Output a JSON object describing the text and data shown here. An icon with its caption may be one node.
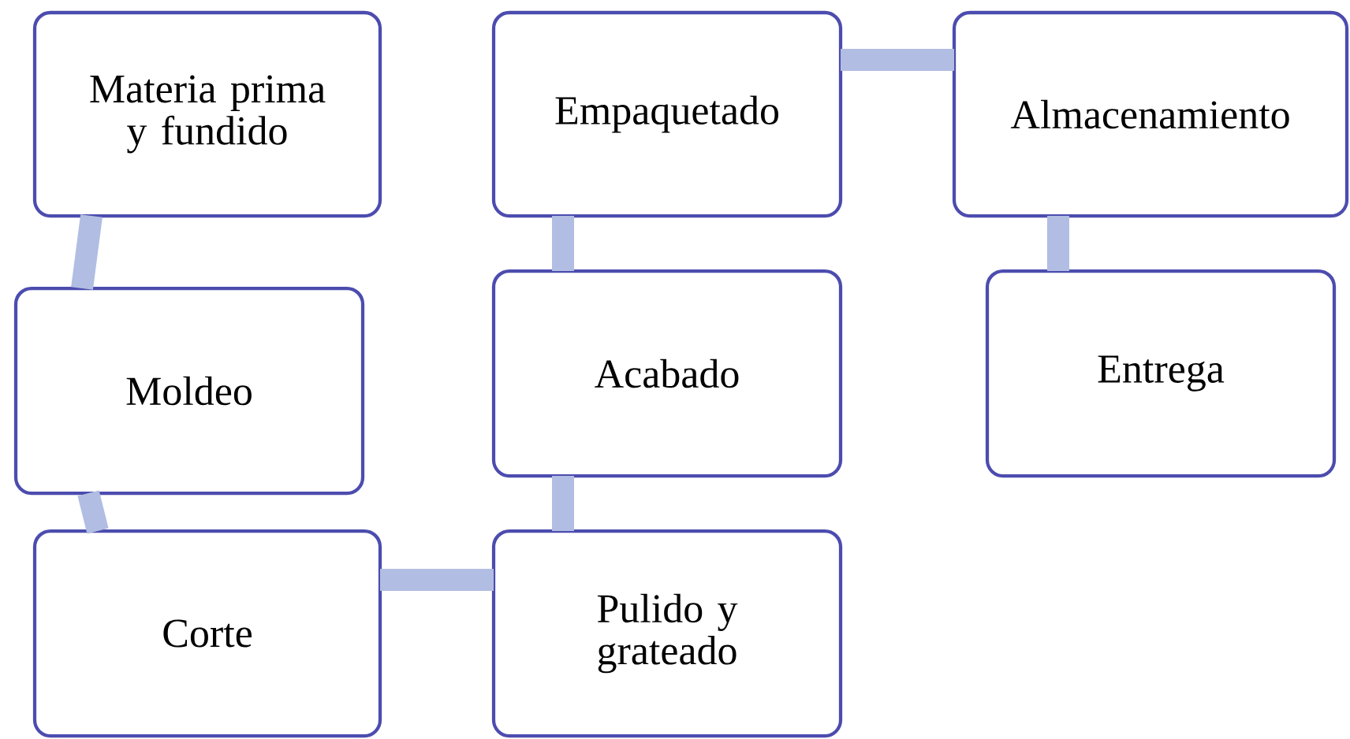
{
  "diagram": {
    "nodes": [
      {
        "text": [
          "Materia prima y fundido"
        ]
      },
      {
        "text": [
          "Moldeo"
        ]
      },
      {
        "text": [
          "Corte"
        ]
      },
      {
        "text": [
          "Pulido y grateado"
        ]
      },
      {
        "text": [
          "Acabado"
        ]
      },
      {
        "text": [
          "Empaquetado"
        ]
      },
      {
        "text": [
          "Almacenamiento"
        ]
      },
      {
        "text": [
          "Entrega"
        ]
      }
    ],
    "edges": [
      {
        "from": 0,
        "to": 1,
        "arrow": "none"
      },
      {
        "from": 1,
        "to": 2,
        "arrow": "none"
      },
      {
        "from": 2,
        "to": 3,
        "arrow": "none"
      },
      {
        "from": 3,
        "to": 4,
        "arrow": "none"
      },
      {
        "from": 4,
        "to": 5,
        "arrow": "none"
      },
      {
        "from": 5,
        "to": 6,
        "arrow": "none"
      },
      {
        "from": 6,
        "to": 7,
        "arrow": "none"
      }
    ]
  }
}
